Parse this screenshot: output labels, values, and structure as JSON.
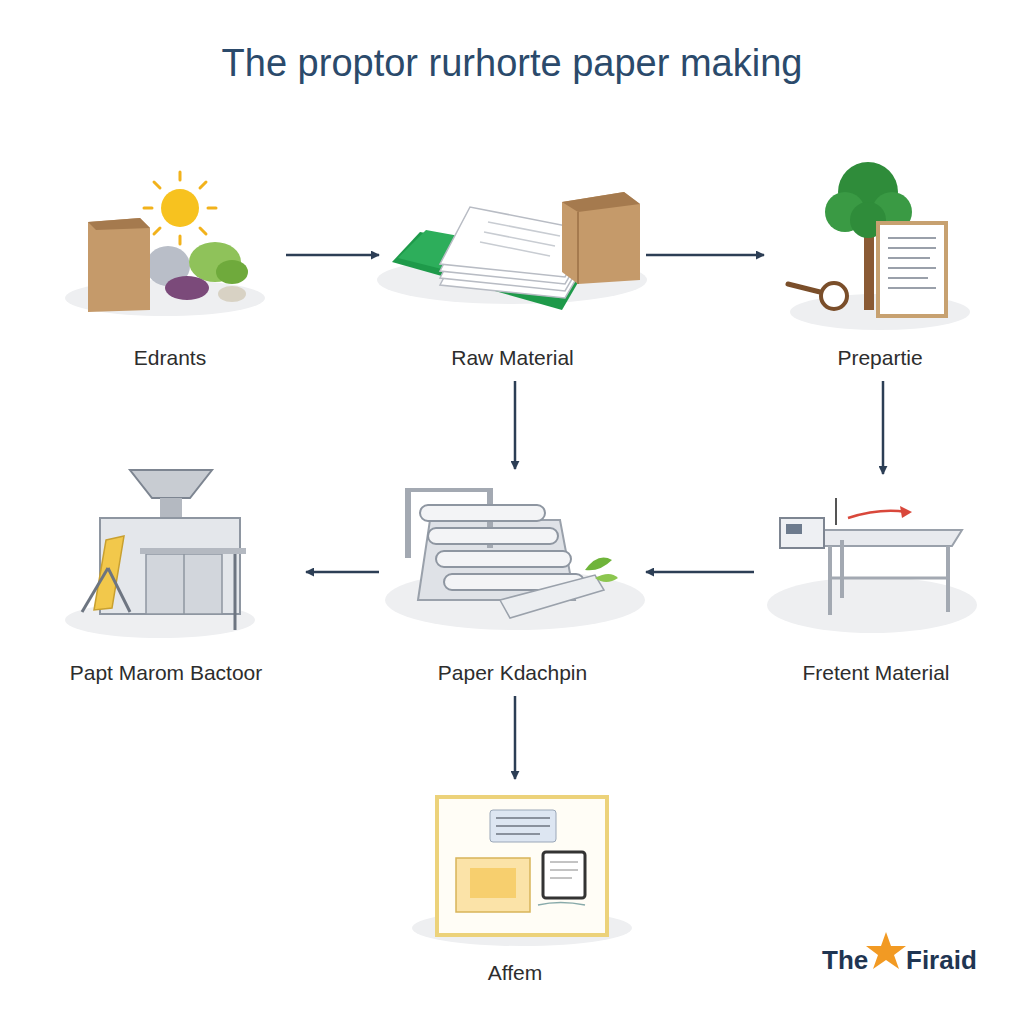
{
  "diagram": {
    "title": "The proptor rurhorte paper making",
    "nodes": [
      {
        "text": [
          "Edrants"
        ]
      },
      {
        "text": [
          "Raw Material"
        ]
      },
      {
        "text": [
          "Prepartie"
        ]
      },
      {
        "text": [
          "Fretent Material"
        ]
      },
      {
        "text": [
          "Paper Kdachpin"
        ]
      },
      {
        "text": [
          "Papt Marom Bactoor"
        ]
      },
      {
        "text": [
          "Affem"
        ]
      }
    ],
    "edges": [
      {
        "from": 0,
        "to": 1,
        "arrow": "to"
      },
      {
        "from": 1,
        "to": 2,
        "arrow": "to"
      },
      {
        "from": 1,
        "to": 4,
        "arrow": "to"
      },
      {
        "from": 2,
        "to": 3,
        "arrow": "to"
      },
      {
        "from": 3,
        "to": 4,
        "arrow": "to"
      },
      {
        "from": 4,
        "to": 5,
        "arrow": "to"
      },
      {
        "from": 4,
        "to": 6,
        "arrow": "to"
      }
    ],
    "labels": [
      "The",
      "Firaid"
    ]
  }
}
